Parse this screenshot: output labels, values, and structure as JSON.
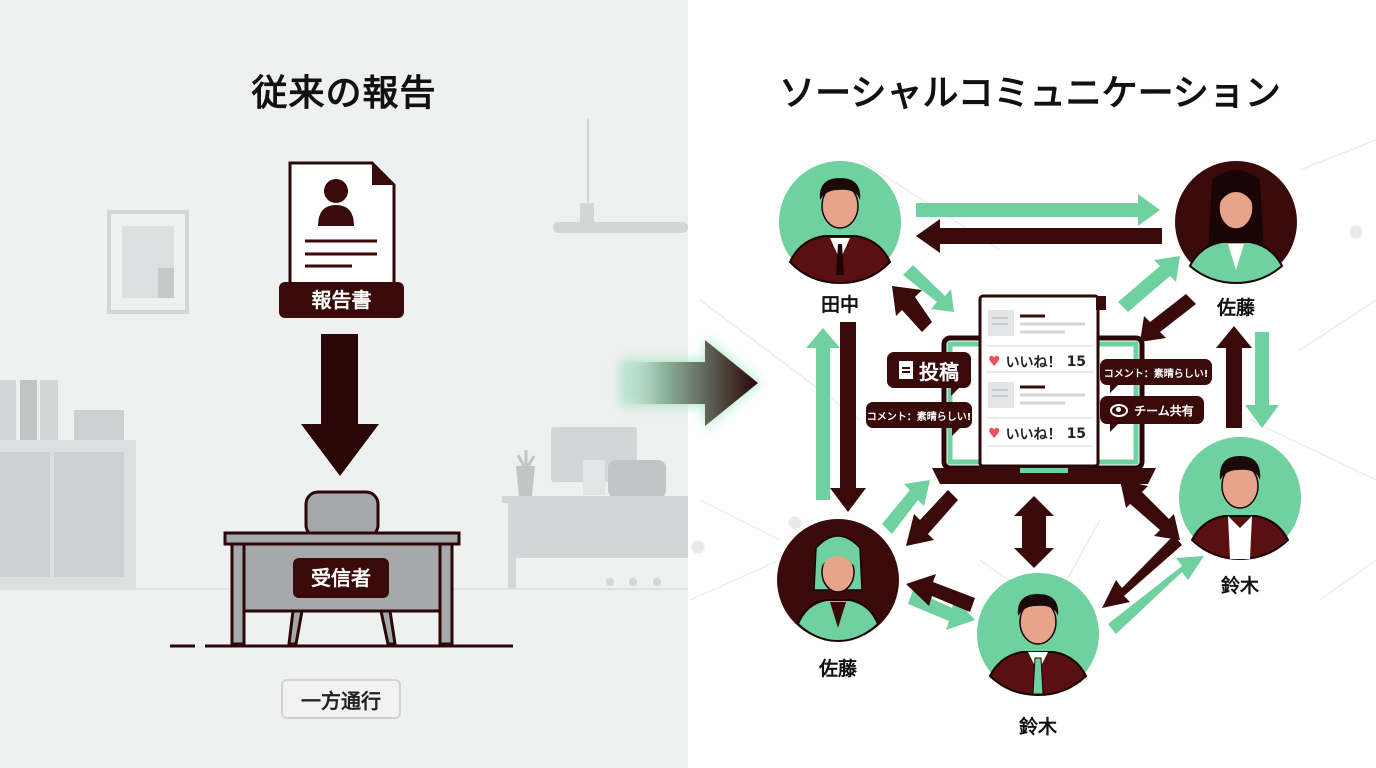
{
  "left": {
    "title": "従来の報告",
    "report_label": "報告書",
    "receiver_label": "受信者",
    "mode_label": "一方通行"
  },
  "right": {
    "title": "ソーシャルコミュニケーション",
    "people": [
      {
        "name": "田中",
        "avatar": "man-suit-green-bg"
      },
      {
        "name": "佐藤",
        "avatar": "woman-green-jacket-dark-bg"
      },
      {
        "name": "佐藤",
        "avatar": "woman-green-hair-dark-bg"
      },
      {
        "name": "鈴木",
        "avatar": "man-green-tie-green-bg"
      },
      {
        "name": "鈴木",
        "avatar": "man-suit-green-bg"
      }
    ],
    "bubbles": {
      "post": "投稿",
      "comment_left": "コメント：素晴らしい!",
      "comment_right": "コメント：素晴らしい!",
      "share": "チーム共有"
    },
    "feed": {
      "likes": [
        {
          "label": "いいね！",
          "count": "15"
        },
        {
          "label": "いいね！",
          "count": "15"
        }
      ]
    }
  },
  "colors": {
    "accent_green": "#6fd0a0",
    "dark_maroon": "#3a0a0a",
    "left_bg": "#eff0f0"
  }
}
